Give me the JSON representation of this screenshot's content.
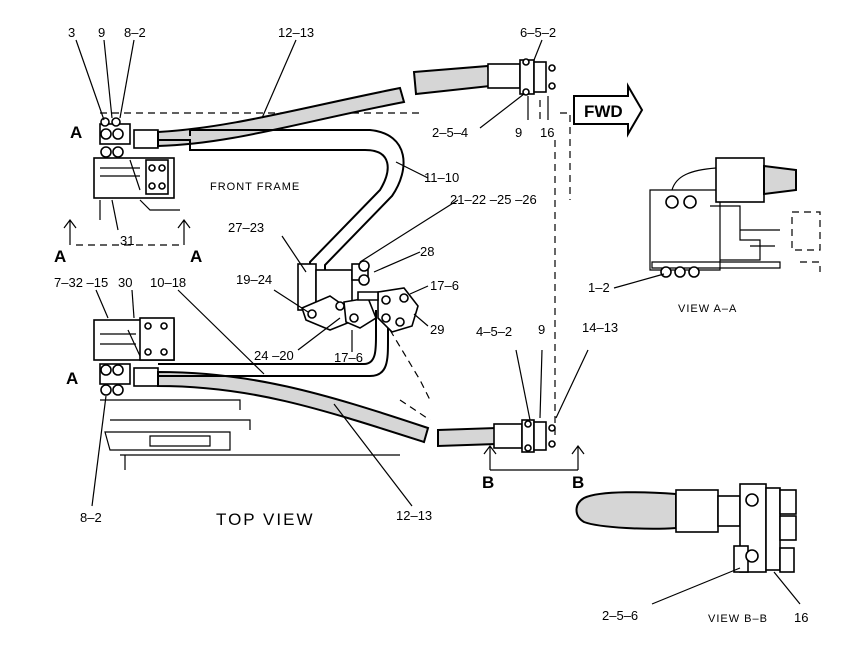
{
  "labels": {
    "l_3": "3",
    "l_9a": "9",
    "l_8_2a": "8–2",
    "l_12_13a": "12–13",
    "l_6_5_2": "6–5–2",
    "l_2_5_4": "2–5–4",
    "l_9b": "9",
    "l_16a": "16",
    "l_fwd": "FWD",
    "l_A1": "A",
    "l_11_10": "11–10",
    "l_front_frame": "FRONT FRAME",
    "l_21_22": "21–22 –25 –26",
    "l_27_23": "27–23",
    "l_31": "31",
    "l_A2": "A",
    "l_A3": "A",
    "l_28": "28",
    "l_7_32": "7–32 –15",
    "l_30": "30",
    "l_10_18": "10–18",
    "l_19_24": "19–24",
    "l_17_6a": "17–6",
    "l_29": "29",
    "l_1_2": "1–2",
    "l_view_aa": "VIEW A–A",
    "l_24_20": "24 –20",
    "l_17_6b": "17–6",
    "l_4_5_2": "4–5–2",
    "l_9c": "9",
    "l_14_13": "14–13",
    "l_A4": "A",
    "l_B1": "B",
    "l_B2": "B",
    "l_8_2b": "8–2",
    "l_top_view": "TOP VIEW",
    "l_12_13b": "12–13",
    "l_2_5_6": "2–5–6",
    "l_view_bb": "VIEW B–B",
    "l_16b": "16"
  }
}
